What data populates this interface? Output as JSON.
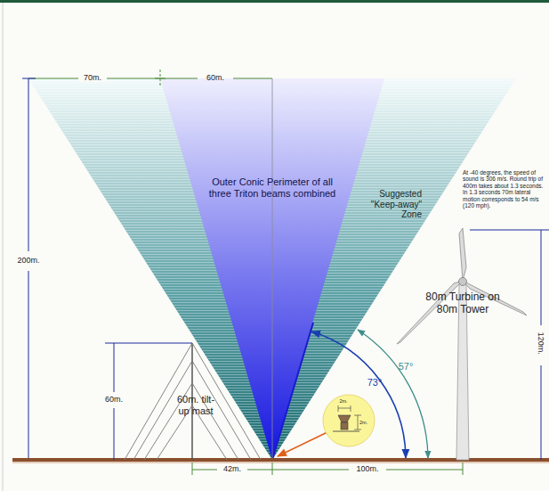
{
  "diagram": {
    "labels": [
      "70m.",
      "60m.",
      "200m.",
      "Outer Conic Perimeter of all three Triton beams combined",
      "Suggested \"Keep-away\" Zone",
      "At -40 degrees, the speed of sound is 306 m/s. Round trip of 400m takes about 1.3 seconds. In 1.3 seconds 70m lateral motion corresponds to 54 m/s (120 mph).",
      "80m Turbine on 80m Tower",
      "120m.",
      "60m.",
      "60m. tilt-up mast",
      "73°",
      "57°",
      "2m.",
      "2m.",
      "42m.",
      "100m."
    ]
  }
}
